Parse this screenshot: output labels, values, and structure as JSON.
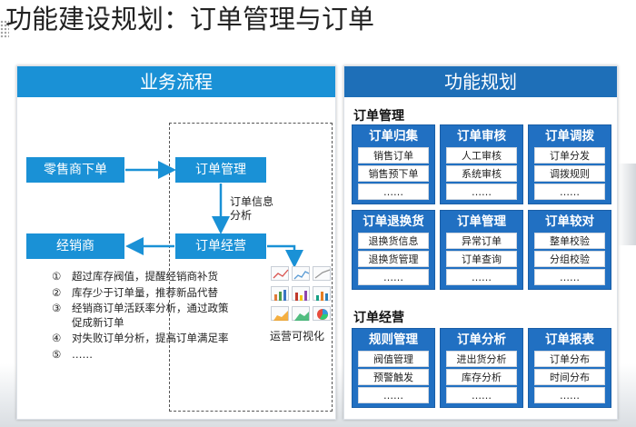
{
  "title": "功能建设规划：订单管理与订单",
  "left_panel": {
    "header": "业务流程",
    "retailer_order": "零售商下单",
    "order_management": "订单管理",
    "order_info_analysis": "订单信息分析",
    "order_operation": "订单经营",
    "distributor": "经销商",
    "operation_visualization": "运营可视化",
    "steps": [
      {
        "num": "①",
        "text": "超过库存阀值，提醒经销商补货"
      },
      {
        "num": "②",
        "text": "库存少于订单量，推荐新品代替"
      },
      {
        "num": "③",
        "text": "经销商订单活跃率分析，通过政策促成新订单"
      },
      {
        "num": "④",
        "text": "对失败订单分析，提高订单满足率"
      },
      {
        "num": "⑤",
        "text": "……"
      }
    ]
  },
  "right_panel": {
    "header": "功能规划",
    "sections": [
      {
        "title": "订单管理",
        "cards": [
          {
            "title": "订单归集",
            "items": [
              "销售订单",
              "销售预下单",
              "……"
            ]
          },
          {
            "title": "订单审核",
            "items": [
              "人工审核",
              "系统审核",
              "……"
            ]
          },
          {
            "title": "订单调拨",
            "items": [
              "订单分发",
              "调拨规则",
              "……"
            ]
          },
          {
            "title": "订单退换货",
            "items": [
              "退换货信息",
              "退换货管理",
              "……"
            ]
          },
          {
            "title": "订单管理",
            "items": [
              "异常订单",
              "订单查询",
              "……"
            ]
          },
          {
            "title": "订单较对",
            "items": [
              "整单校验",
              "分组校验",
              "……"
            ]
          }
        ]
      },
      {
        "title": "订单经营",
        "cards": [
          {
            "title": "规则管理",
            "items": [
              "阀值管理",
              "预警触发",
              "……"
            ]
          },
          {
            "title": "订单分析",
            "items": [
              "进出货分析",
              "库存分析",
              "……"
            ]
          },
          {
            "title": "订单报表",
            "items": [
              "订单分布",
              "时间分布",
              "……"
            ]
          }
        ]
      }
    ]
  }
}
